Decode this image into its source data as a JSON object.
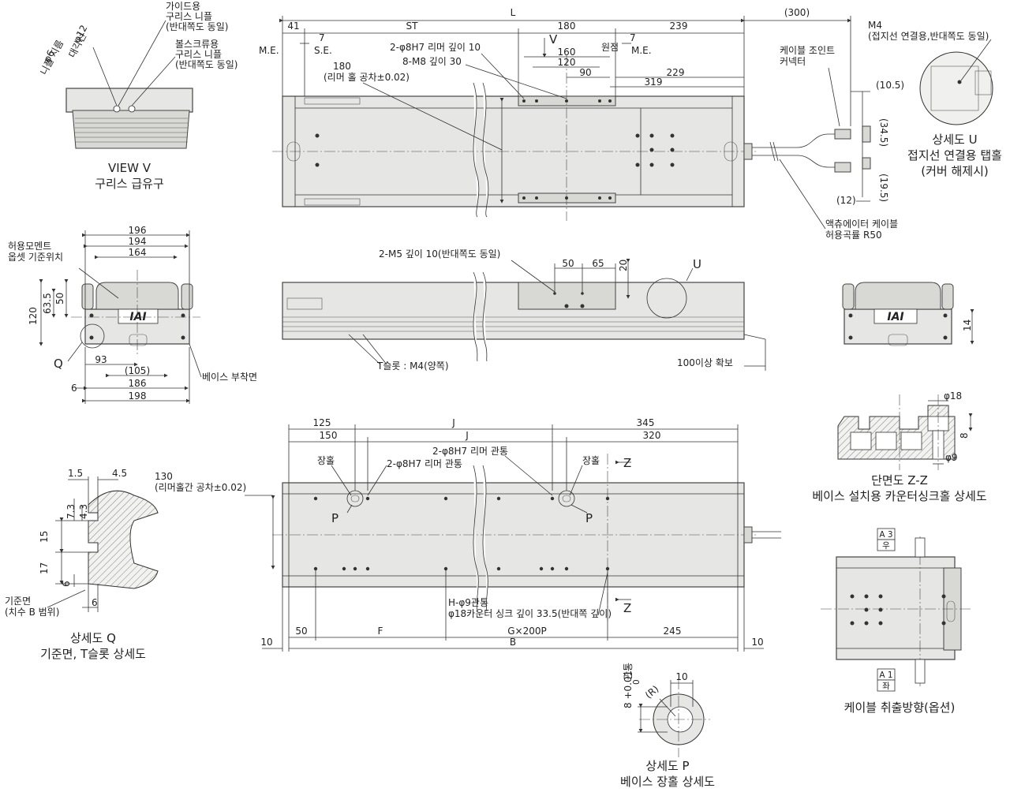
{
  "dims_top": {
    "L": "L",
    "d41": "41",
    "ST": "ST",
    "d180a": "180",
    "d239": "239",
    "d300": "(300)",
    "d7a": "7",
    "d7b": "7",
    "ME1": "M.E.",
    "SE": "S.E.",
    "ME2": "M.E.",
    "origin": "원점",
    "d160": "160",
    "d120": "120",
    "d90": "90",
    "d229": "229",
    "d319": "319",
    "d180b": "180",
    "reamer_tol": "(리머 홀 공차±0.02)",
    "reamer": "2-φ8H7 리머 깊이 10",
    "m8": "8-M8 깊이 30",
    "V": "V"
  },
  "view_v": {
    "phi6": "φ6",
    "nipple_dia": "니플 지름",
    "phi12": "φ12",
    "hex": "대각선",
    "guide_nipple": "가이드용",
    "guide_nipple2": "구리스 니플",
    "guide_nipple3": "(반대쪽도 동일)",
    "ball_nipple": "볼스크류용",
    "ball_nipple2": "구리스 니플",
    "ball_nipple3": "(반대쪽도 동일)",
    "title": "VIEW V",
    "subtitle": "구리스 급유구"
  },
  "cable": {
    "joint": "케이블 조인트",
    "joint2": "커넥터",
    "bend": "액츄에이터 케이블",
    "bend2": "허용곡률 R50"
  },
  "detail_u": {
    "m4": "M4",
    "m4_note": "(접지선 연결용,반대쪽도 동일)",
    "d10_5": "(10.5)",
    "d34_5": "(34.5)",
    "d19_5": "(19.5)",
    "d12": "(12)",
    "title": "상세도 U",
    "subtitle": "접지선 연결용 탭홀",
    "subtitle2": "(커버 해제시)"
  },
  "end_view": {
    "d196": "196",
    "d194": "194",
    "d164": "164",
    "moment": "허용모멘트",
    "moment2": "옵셋 기준위치",
    "d120": "120",
    "d63_5": "63.5",
    "d50": "50",
    "d93": "93",
    "d105": "(105)",
    "d186": "186",
    "d198": "198",
    "d6": "6",
    "Q": "Q",
    "base": "베이스 부착면",
    "logo": "IAI"
  },
  "side": {
    "m5": "2-M5 깊이 10(반대쪽도 동일)",
    "d50": "50",
    "d65": "65",
    "d20": "20",
    "U": "U",
    "tslot": "T슬롯 : M4(양쪽)",
    "clearance": "100이상 확보"
  },
  "right_end": {
    "d14": "14",
    "logo": "IAI"
  },
  "section_zz": {
    "phi18": "φ18",
    "d8": "8",
    "phi9": "φ9",
    "title": "단면도 Z-Z",
    "subtitle": "베이스 설치용 카운터싱크홀 상세도"
  },
  "detail_q": {
    "d1_5": "1.5",
    "d4_5": "4.5",
    "d7_3": "7.3",
    "d4_3": "4.3",
    "d15": "15",
    "d17": "17",
    "d6a": "6",
    "d6b": "6",
    "ref": "기준면",
    "ref2": "(치수 B 범위)",
    "title": "상세도 Q",
    "subtitle": "기준면, T슬롯 상세도"
  },
  "bottom": {
    "d125": "125",
    "d150": "150",
    "J1": "J",
    "J2": "J",
    "d345": "345",
    "d320": "320",
    "d130": "130",
    "d130_note": "(리머홀간 공차±0.02)",
    "slot1": "장홀",
    "slot2": "장홀",
    "reamer": "2-φ8H7 리머 관통",
    "reamer2": "2-φ8H7 리머 관통",
    "P1": "P",
    "P2": "P",
    "Z1": "Z",
    "Z2": "Z",
    "h_hole": "H-φ9관통",
    "h_note": "φ18카운터 싱크 깊이 33.5(반대쪽 깊이)",
    "d10a": "10",
    "d50": "50",
    "F": "F",
    "G": "G×200P",
    "d245": "245",
    "B": "B",
    "d10b": "10"
  },
  "detail_p": {
    "tol": "8 +0.01",
    "tol2": "0",
    "pass": "관통",
    "d10": "10",
    "R": "(R)",
    "title": "상세도 P",
    "subtitle": "베이스 장홀 상세도"
  },
  "cable_option": {
    "a3": "A 3",
    "a3_dir": "우",
    "a1": "A 1",
    "a1_dir": "좌",
    "title": "케이블 취출방향(옵션)"
  }
}
